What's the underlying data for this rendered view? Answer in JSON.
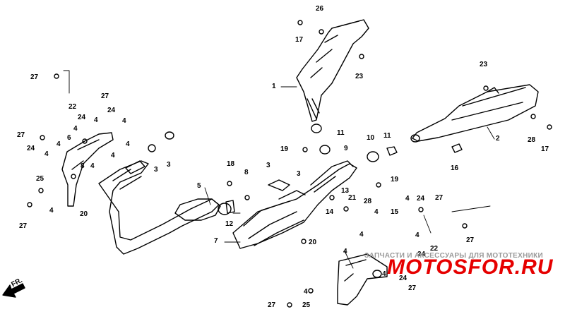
{
  "diagram": {
    "direction_marker": "FR.",
    "watermark": {
      "text": "ЗАПЧАСТИ И АКСЕССУАРЫ ДЛЯ МОТОТЕХНИКИ",
      "logo": "MOTOSFOR.RU",
      "logo_color": "#e60000"
    },
    "callouts": [
      "1",
      "2",
      "3",
      "4",
      "5",
      "6",
      "7",
      "8",
      "9",
      "10",
      "11",
      "12",
      "13",
      "14",
      "15",
      "16",
      "17",
      "18",
      "19",
      "20",
      "21",
      "22",
      "23",
      "24",
      "25",
      "26",
      "27",
      "28"
    ]
  }
}
